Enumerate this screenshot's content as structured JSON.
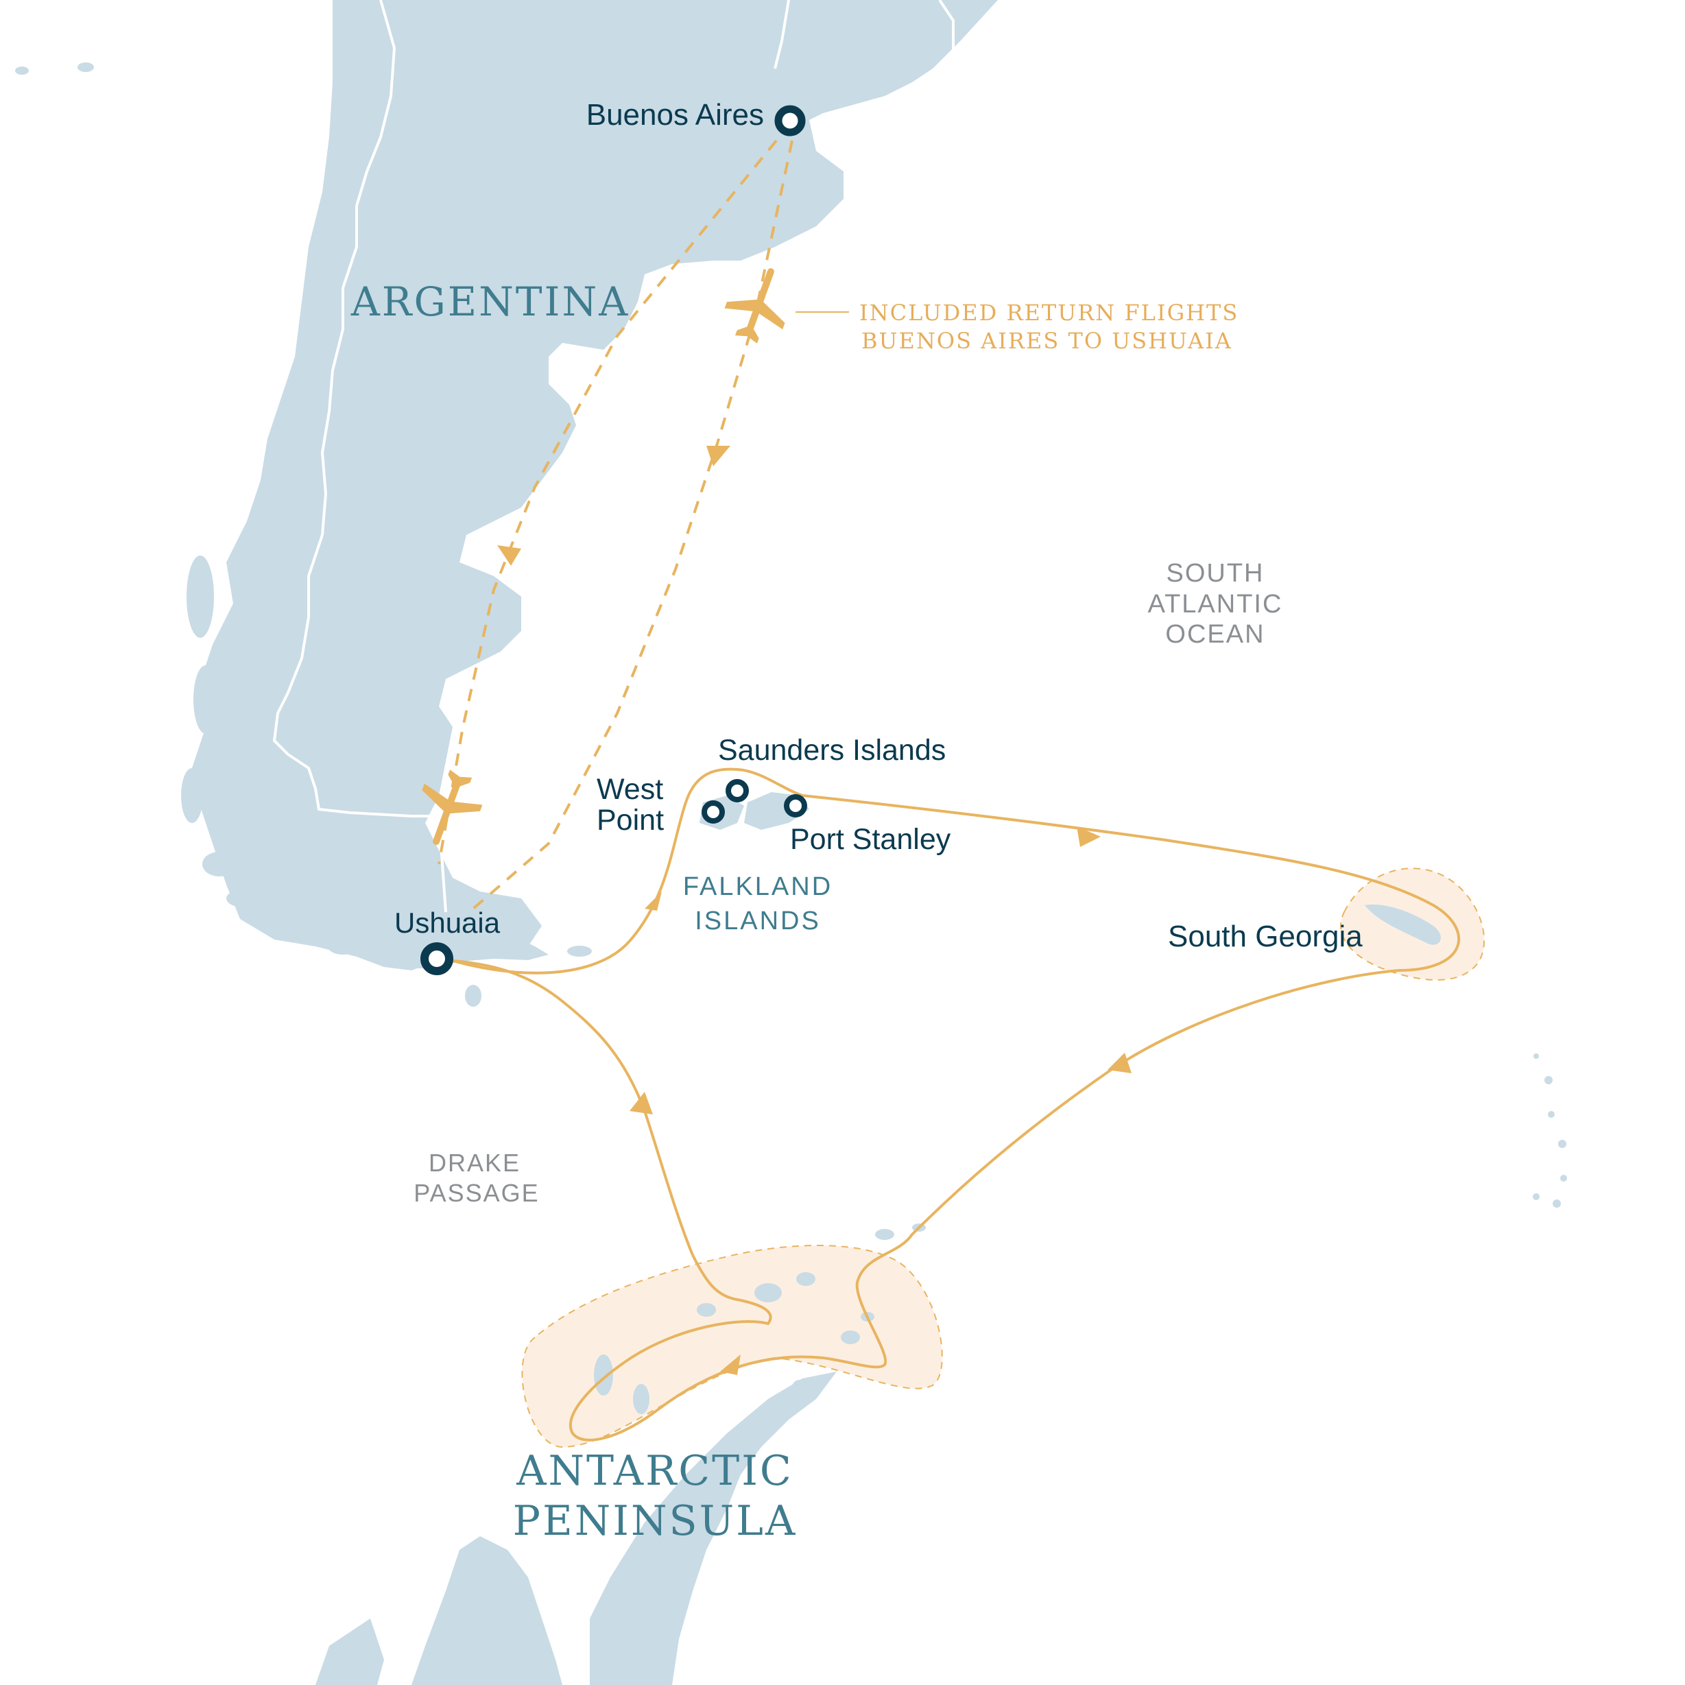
{
  "colors": {
    "land": "#c9dbe5",
    "border": "#ffffff",
    "route": "#e8b45f",
    "highlight": "#fcefe2",
    "marker": "#0b3a4f",
    "region_label": "#3f7c8e",
    "sea_label": "#8b8f93"
  },
  "regions": {
    "argentina": "ARGENTINA",
    "antarctic_line1": "ANTARCTIC",
    "antarctic_line2": "PENINSULA",
    "falklands_line1": "FALKLAND",
    "falklands_line2": "ISLANDS"
  },
  "seas": {
    "south_atlantic_line1": "SOUTH",
    "south_atlantic_line2": "ATLANTIC",
    "south_atlantic_line3": "OCEAN",
    "drake_line1": "DRAKE",
    "drake_line2": "PASSAGE"
  },
  "places": {
    "buenos_aires": "Buenos Aires",
    "ushuaia": "Ushuaia",
    "saunders": "Saunders Islands",
    "west_point_line1": "West",
    "west_point_line2": "Point",
    "port_stanley": "Port Stanley",
    "south_georgia": "South Georgia"
  },
  "flight_note": {
    "line1": "INCLUDED RETURN FLIGHTS",
    "line2": "BUENOS AIRES TO USHUAIA"
  },
  "icons": {
    "plane": "airplane-icon",
    "marker": "location-marker-icon",
    "arrow": "direction-arrow-icon"
  }
}
